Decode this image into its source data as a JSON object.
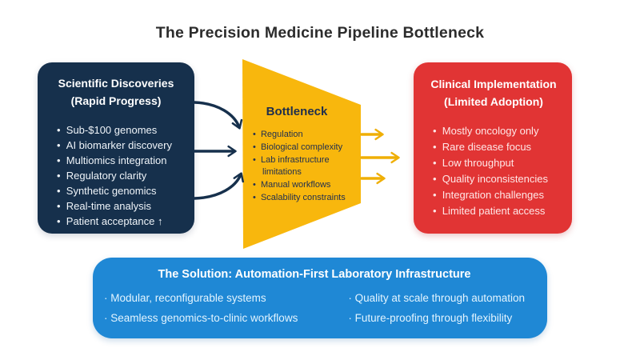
{
  "title": "The Precision Medicine Pipeline Bottleneck",
  "discoveries": {
    "title_line1": "Scientific Discoveries",
    "title_line2": "(Rapid Progress)",
    "items": [
      "Sub-$100 genomes",
      "AI biomarker discovery",
      "Multiomics integration",
      "Regulatory clarity",
      "Synthetic genomics",
      "Real-time analysis",
      "Patient acceptance ↑"
    ]
  },
  "bottleneck": {
    "title": "Bottleneck",
    "items": [
      "Regulation",
      "Biological complexity",
      "Lab infrastructure limitations",
      "Manual workflows",
      "Scalability constraints"
    ]
  },
  "clinical": {
    "title_line1": "Clinical Implementation",
    "title_line2": "(Limited Adoption)",
    "items": [
      "Mostly oncology only",
      "Rare disease focus",
      "Low throughput",
      "Quality inconsistencies",
      "Integration challenges",
      "Limited patient access"
    ]
  },
  "solution": {
    "title": "The Solution: Automation-First Laboratory Infrastructure",
    "left_items": [
      "Modular, reconfigurable systems",
      "Seamless genomics-to-clinic workflows"
    ],
    "right_items": [
      "Quality at scale through automation",
      "Future-proofing through flexibility"
    ]
  },
  "colors": {
    "navy": "#16304c",
    "yellow": "#f8b70d",
    "arrow_yellow": "#efaf06",
    "red": "#e13434",
    "blue": "#1f88d5",
    "title_text": "#2c2c2c"
  }
}
